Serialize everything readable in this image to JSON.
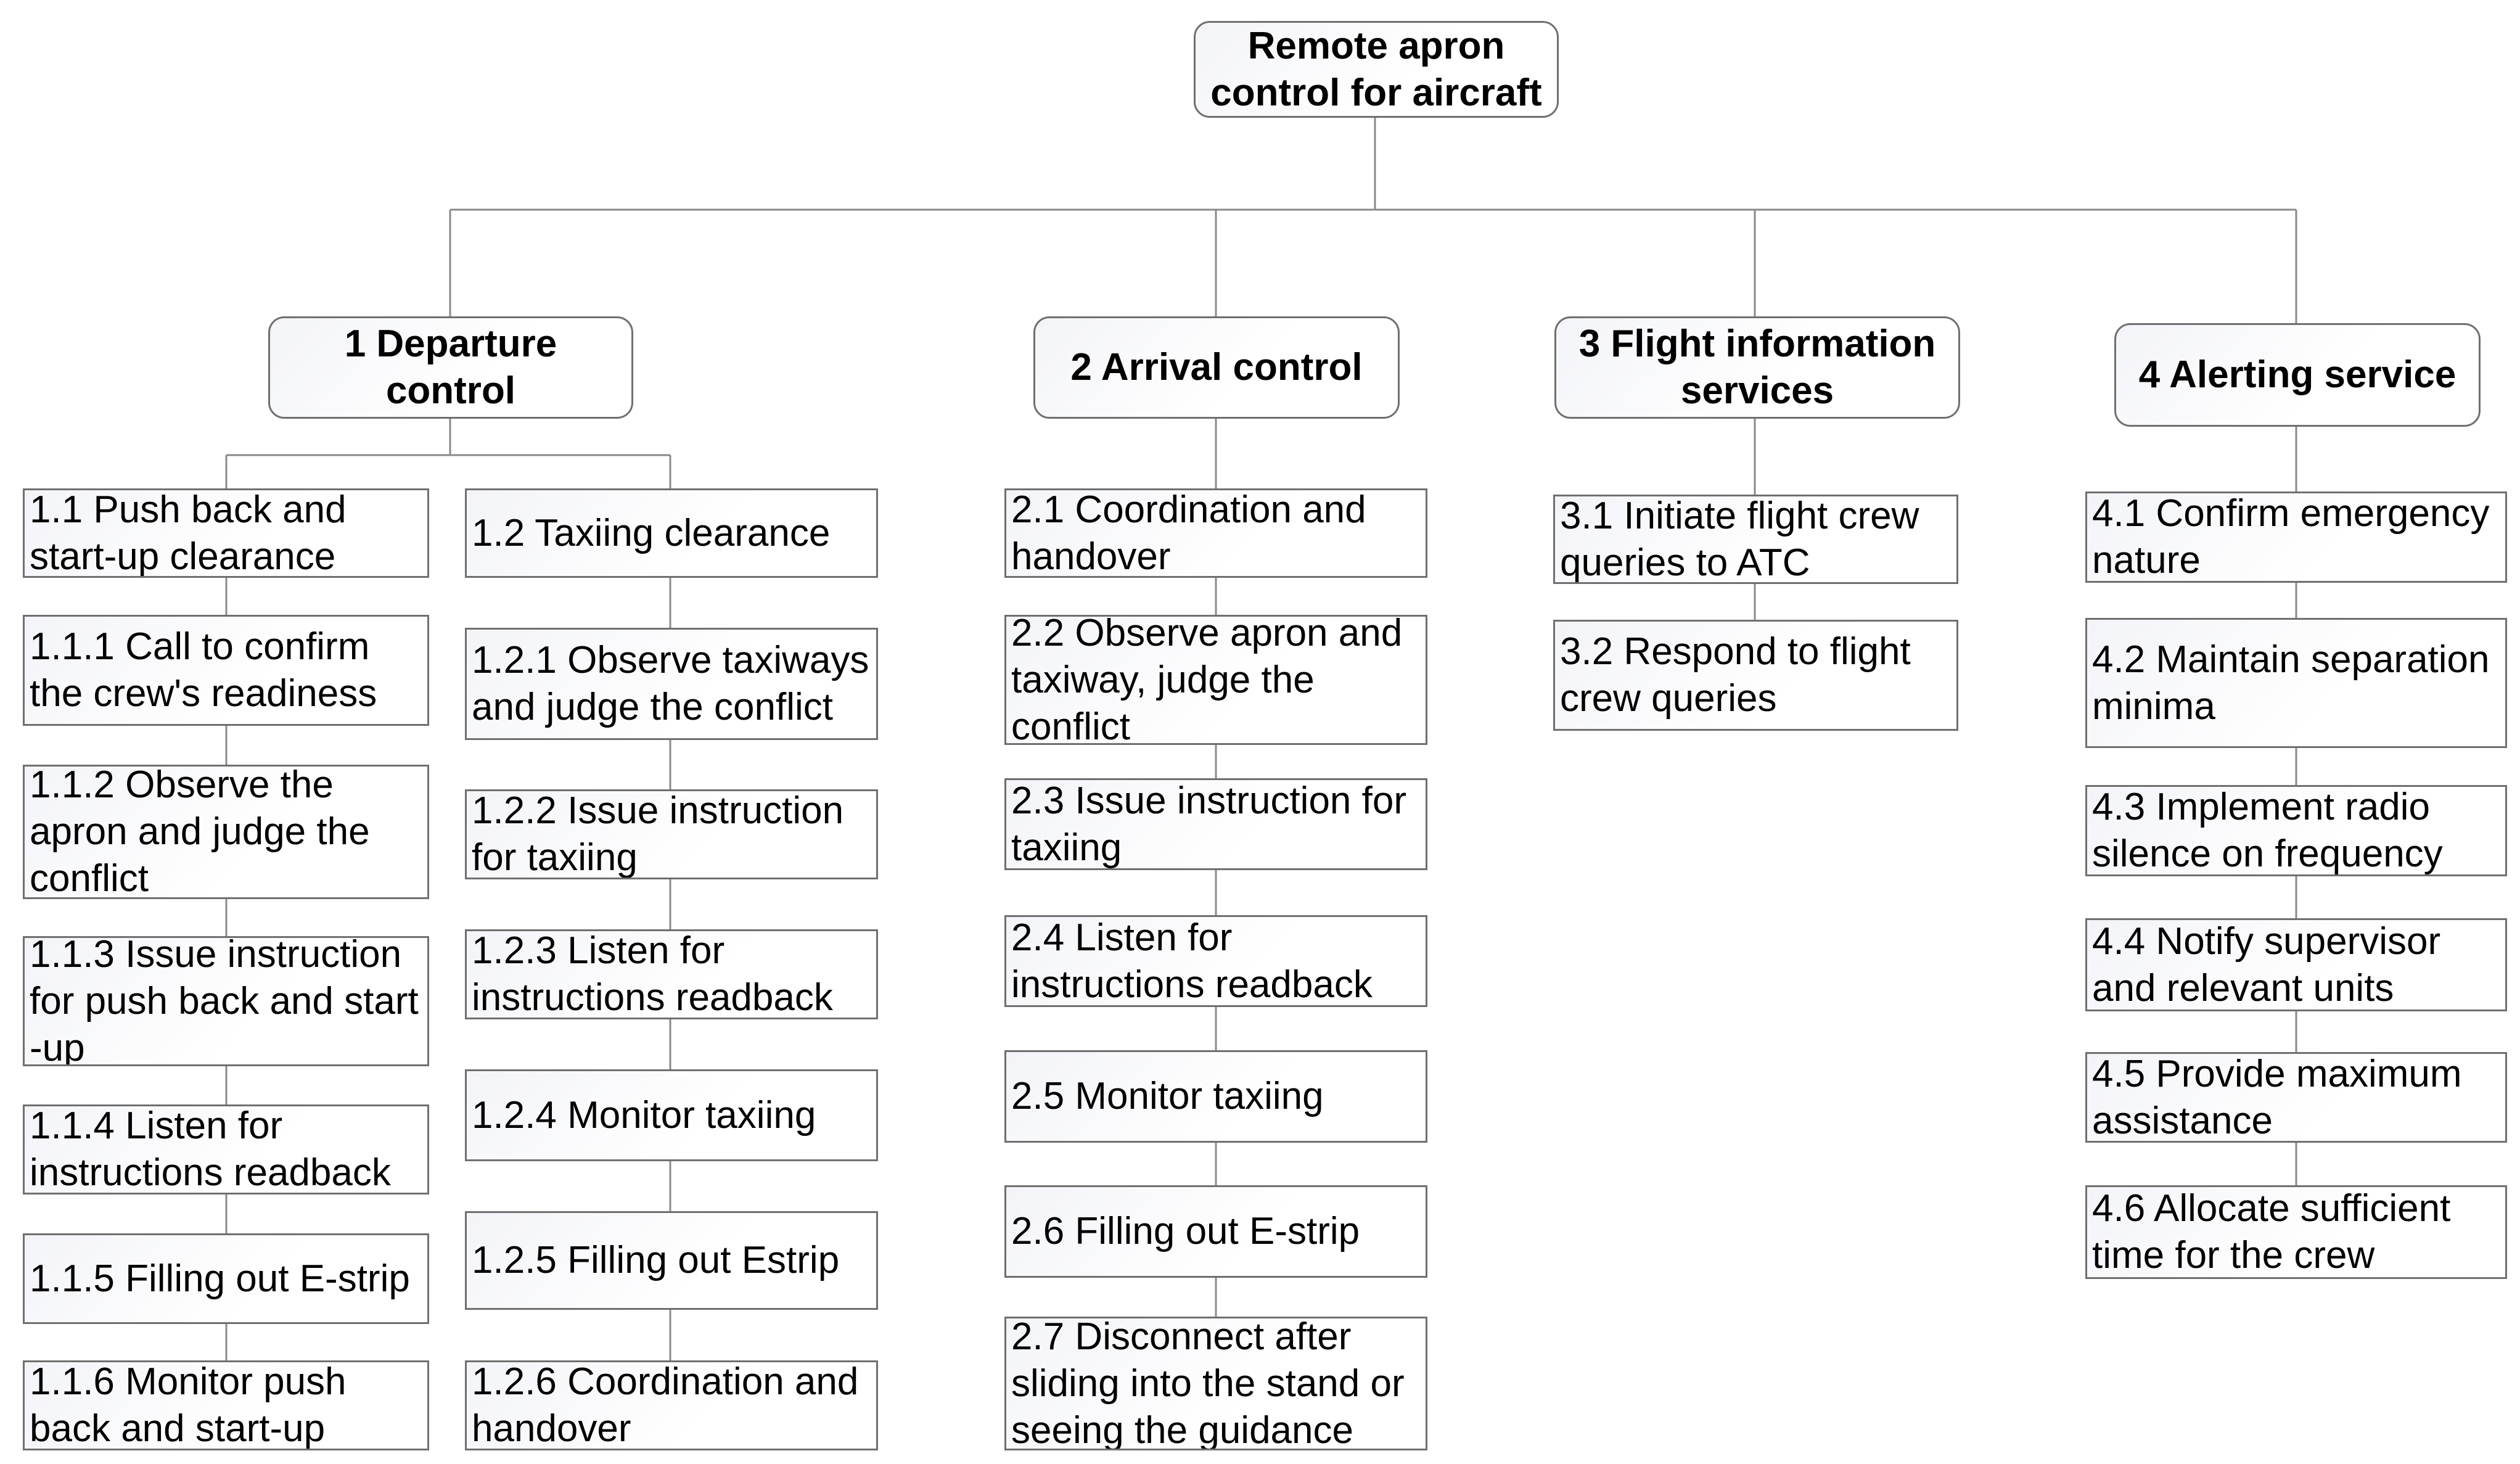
{
  "diagram": {
    "root": {
      "id": "root",
      "label": "Remote apron control for aircraft"
    },
    "branches": [
      {
        "id": "n1",
        "label": "1 Departure control"
      },
      {
        "id": "n2",
        "label": "2 Arrival control"
      },
      {
        "id": "n3",
        "label": "3 Flight information services"
      },
      {
        "id": "n4",
        "label": "4 Alerting service"
      }
    ],
    "n1_1": {
      "label": "1.1 Push back and start-up clearance"
    },
    "n1_1_items": [
      {
        "id": "n1_1_1",
        "label": "1.1.1 Call to confirm the crew's readiness"
      },
      {
        "id": "n1_1_2",
        "label": "1.1.2 Observe the apron and judge the conflict"
      },
      {
        "id": "n1_1_3",
        "label": "1.1.3 Issue instruction for push back and start -up"
      },
      {
        "id": "n1_1_4",
        "label": "1.1.4 Listen for instructions readback"
      },
      {
        "id": "n1_1_5",
        "label": "1.1.5 Filling out E-strip"
      },
      {
        "id": "n1_1_6",
        "label": "1.1.6 Monitor push back and start-up"
      }
    ],
    "n1_2": {
      "label": "1.2 Taxiing clearance"
    },
    "n1_2_items": [
      {
        "id": "n1_2_1",
        "label": "1.2.1 Observe taxiways and judge the conflict"
      },
      {
        "id": "n1_2_2",
        "label": "1.2.2 Issue instruction for taxiing"
      },
      {
        "id": "n1_2_3",
        "label": "1.2.3 Listen for instructions readback"
      },
      {
        "id": "n1_2_4",
        "label": "1.2.4 Monitor taxiing"
      },
      {
        "id": "n1_2_5",
        "label": "1.2.5 Filling out Estrip"
      },
      {
        "id": "n1_2_6",
        "label": "1.2.6 Coordination and handover"
      }
    ],
    "n2_items": [
      {
        "id": "n2_1",
        "label": "2.1 Coordination and handover"
      },
      {
        "id": "n2_2",
        "label": "2.2 Observe apron and taxiway, judge the conflict"
      },
      {
        "id": "n2_3",
        "label": "2.3 Issue instruction for taxiing"
      },
      {
        "id": "n2_4",
        "label": "2.4 Listen for instructions readback"
      },
      {
        "id": "n2_5",
        "label": "2.5 Monitor taxiing"
      },
      {
        "id": "n2_6",
        "label": "2.6 Filling out E-strip"
      },
      {
        "id": "n2_7",
        "label": "2.7 Disconnect after sliding into the stand or seeing the guidance"
      }
    ],
    "n3_items": [
      {
        "id": "n3_1",
        "label": "3.1 Initiate flight crew queries to ATC"
      },
      {
        "id": "n3_2",
        "label": "3.2 Respond to flight crew queries"
      }
    ],
    "n4_items": [
      {
        "id": "n4_1",
        "label": "4.1 Confirm emergency nature"
      },
      {
        "id": "n4_2",
        "label": "4.2 Maintain separation minima"
      },
      {
        "id": "n4_3",
        "label": "4.3 Implement radio silence on frequency"
      },
      {
        "id": "n4_4",
        "label": "4.4 Notify supervisor and relevant units"
      },
      {
        "id": "n4_5",
        "label": "4.5 Provide maximum assistance"
      },
      {
        "id": "n4_6",
        "label": "4.6 Allocate sufficient time for the crew"
      }
    ]
  }
}
